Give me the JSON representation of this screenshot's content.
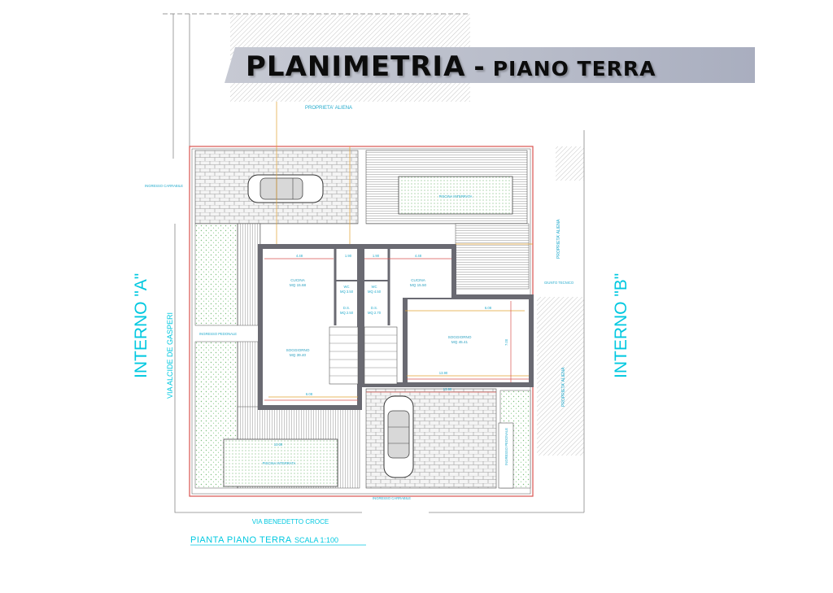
{
  "title": {
    "main": "PLANIMETRIA",
    "separator": "-",
    "sub": "PIANO TERRA"
  },
  "plan": {
    "top_property": "PROPRIETA' ALIENA",
    "right_property_1": "PROPRIETA' ALIENA",
    "right_property_2": "PROPRIETA' ALIENA",
    "unit_left": "INTERNO \"A\"",
    "unit_right": "INTERNO \"B\"",
    "street_left": "VIA ALCIDE DE GASPERI",
    "street_bottom": "VIA BENEDETTO CROCE",
    "drive_entry_top": "INGRESSO CARRABILE",
    "drive_entry_bottom": "INGRESSO CARRABILE",
    "ped_entry": "INGRESSO PEDONALE",
    "ped_entry_right": "INGRESSO PEDONALE",
    "pool_top": "PISCINA INTERRATA",
    "pool_bottom": "PISCINA INTERRATA",
    "note_right": "GIUNTO TECNICO",
    "rooms": {
      "a_kitchen": "CUCINA",
      "a_kitchen_area": "MQ 15.68",
      "a_living": "SOGGIORNO",
      "a_living_area": "MQ 39.40",
      "a_wc": "WC",
      "a_wc_area": "MQ 3.50",
      "a_ds": "D.S.",
      "a_ds_area": "MQ 2.50",
      "b_wc": "WC",
      "b_wc_area": "MQ 4.50",
      "b_ds": "D.S.",
      "b_ds_area": "MQ 2.70",
      "b_kitchen": "CUCINA",
      "b_kitchen_area": "MQ 15.50",
      "b_living": "SOGGIORNO",
      "b_living_area": "MQ 45.41"
    },
    "dimensions": [
      "4.48",
      "1.90",
      "1.90",
      "4.48",
      "6.08",
      "6.08",
      "13.90",
      "13.90",
      "10.00",
      "7.00"
    ]
  },
  "footer": {
    "caption": "PIANTA PIANO TERRA",
    "scale": "SCALA 1:100"
  },
  "colors": {
    "accent_cyan": "#00c8e0",
    "banner_grey": "#b9bdca",
    "wall": "#6a6a72",
    "boundary_red": "#d9534f",
    "grass": "#7fbf7f",
    "paving": "#9a9a9a"
  }
}
